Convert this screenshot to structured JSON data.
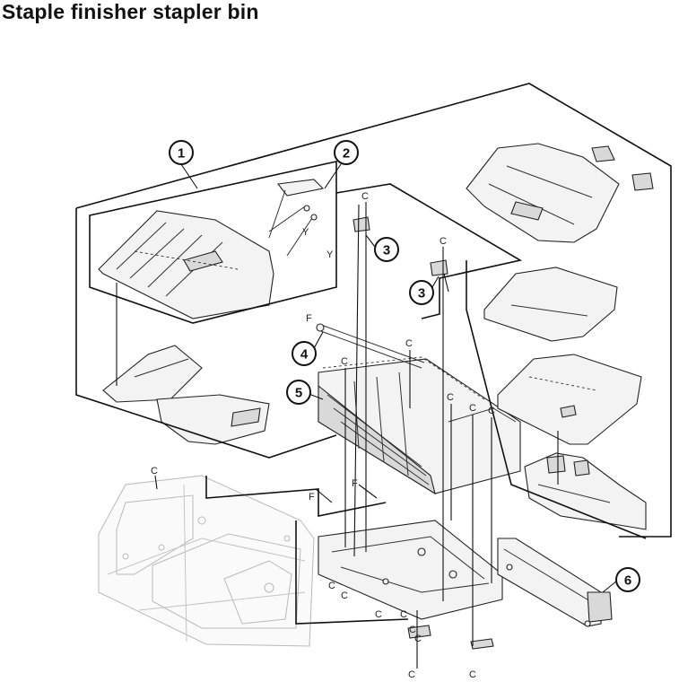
{
  "title": "Staple finisher stapler bin",
  "callouts": [
    "1",
    "2",
    "3",
    "3",
    "4",
    "5",
    "6"
  ],
  "connector_letters": {
    "c": "C",
    "f": "F",
    "y": "Y"
  }
}
